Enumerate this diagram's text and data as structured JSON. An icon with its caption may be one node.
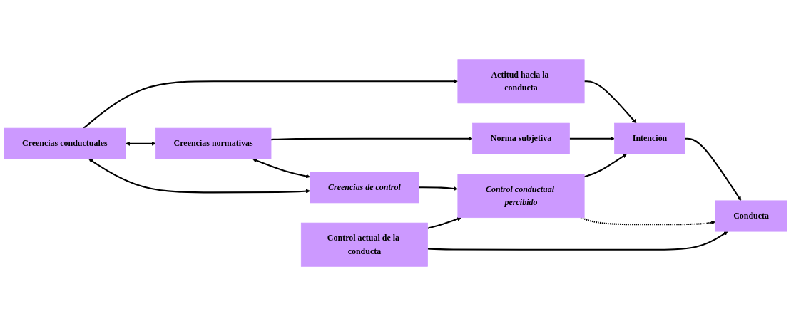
{
  "diagram": {
    "nodes": [
      {
        "text": [
          "Creencias conductuales"
        ]
      },
      {
        "text": [
          "Actitud hacia la conducta"
        ]
      },
      {
        "text": [
          "Creencias normativas"
        ]
      },
      {
        "text": [
          "Norma subjetiva"
        ]
      },
      {
        "text": [
          "Intención"
        ]
      },
      {
        "text": [
          "Conducta"
        ]
      },
      {
        "text": [
          "Creencias de control"
        ]
      },
      {
        "text": [
          "Control conductual percibido"
        ]
      },
      {
        "text": [
          "Control actual de la conducta"
        ]
      }
    ],
    "edges": [
      {
        "from": 0,
        "to": 1,
        "arrow": "to"
      },
      {
        "from": 2,
        "to": 3,
        "arrow": "to"
      },
      {
        "from": 6,
        "to": 7,
        "arrow": "to"
      },
      {
        "from": 1,
        "to": 4,
        "arrow": "to"
      },
      {
        "from": 3,
        "to": 4,
        "arrow": "to"
      },
      {
        "from": 7,
        "to": 4,
        "arrow": "to"
      },
      {
        "from": 4,
        "to": 5,
        "arrow": "to"
      },
      {
        "from": 7,
        "to": 5,
        "arrow": "to",
        "style": "dashed"
      },
      {
        "from": 8,
        "to": 7,
        "arrow": "to"
      },
      {
        "from": 8,
        "to": 5,
        "arrow": "to"
      },
      {
        "from": 0,
        "to": 2,
        "arrow": "both"
      },
      {
        "from": 2,
        "to": 6,
        "arrow": "both"
      },
      {
        "from": 0,
        "to": 6,
        "arrow": "both"
      }
    ]
  }
}
